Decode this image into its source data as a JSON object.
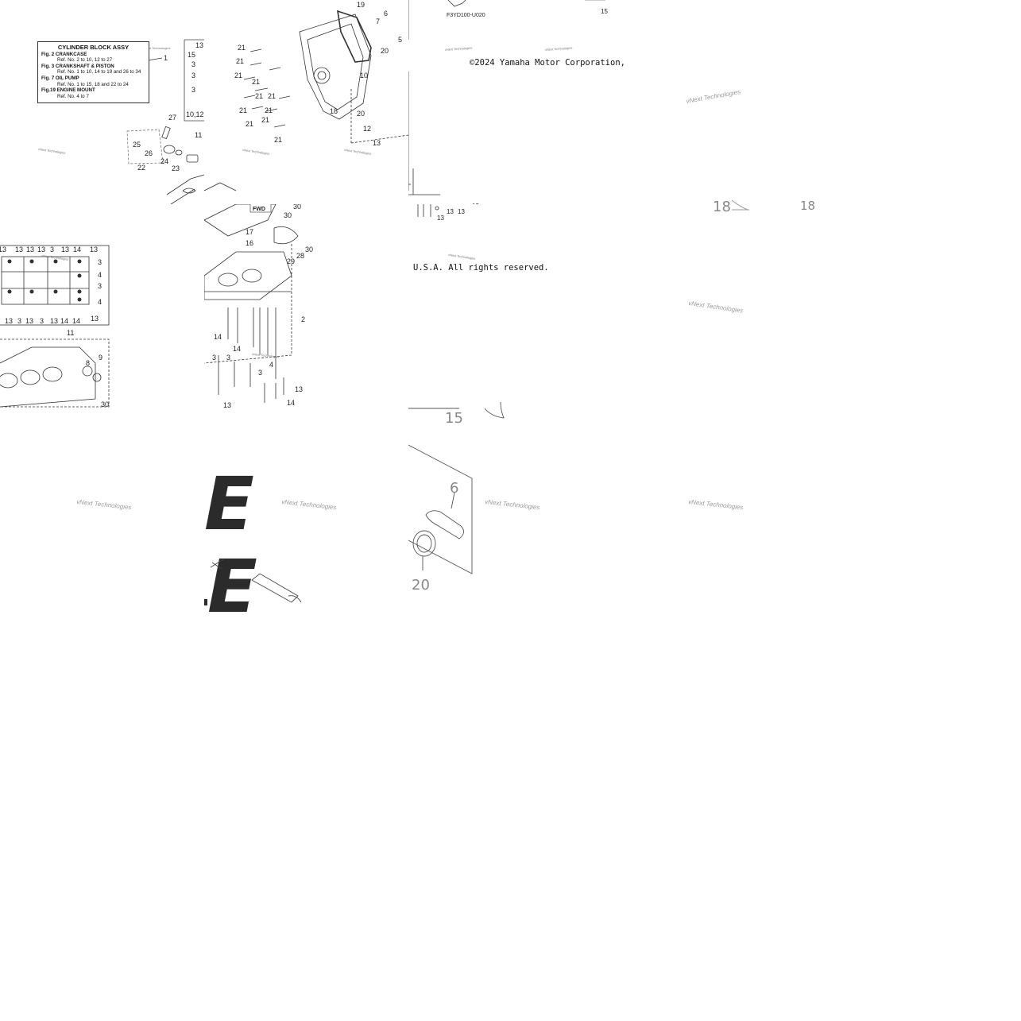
{
  "copyright_line1": "©2024 Yamaha Motor Corporation,",
  "copyright_line2": "U.S.A. All rights reserved.",
  "diagram_code": "F3YD100-U020",
  "watermark": "vNext Technologies",
  "big_letter": "E",
  "legend": {
    "title": "CYLINDER BLOCK ASSY",
    "rows": [
      {
        "fig": "Fig.  2 CRANKCASE",
        "ref": "Ref. No. 2 to 10, 12  to 27"
      },
      {
        "fig": "Fig.  3 CRANKSHAFT & PISTON",
        "ref": "Ref. No. 1 to 10, 14 to 19 and 26 to 34"
      },
      {
        "fig": "Fig.  7 OIL PUMP",
        "ref": "Ref. No. 1 to 15, 18 and 22 to 24"
      },
      {
        "fig": "Fig.19 ENGINE MOUNT",
        "ref": "Ref. No. 4 to 7"
      }
    ]
  },
  "callouts": {
    "c1": "1",
    "c2": "2",
    "c3": "3",
    "c4": "4",
    "c5": "5",
    "c6": "6",
    "c7": "7",
    "c9": "9",
    "c10": "10",
    "c11": "11",
    "c12": "12",
    "c13": "13",
    "c14": "14",
    "c15": "15",
    "c16": "16",
    "c17": "17",
    "c18": "18",
    "c19": "19",
    "c20": "20",
    "c21": "21",
    "c22": "22",
    "c23": "23",
    "c24": "24",
    "c25": "25",
    "c26": "26",
    "c27": "27",
    "c28": "28",
    "c29": "29",
    "c30": "30",
    "c1012": "10,12"
  }
}
